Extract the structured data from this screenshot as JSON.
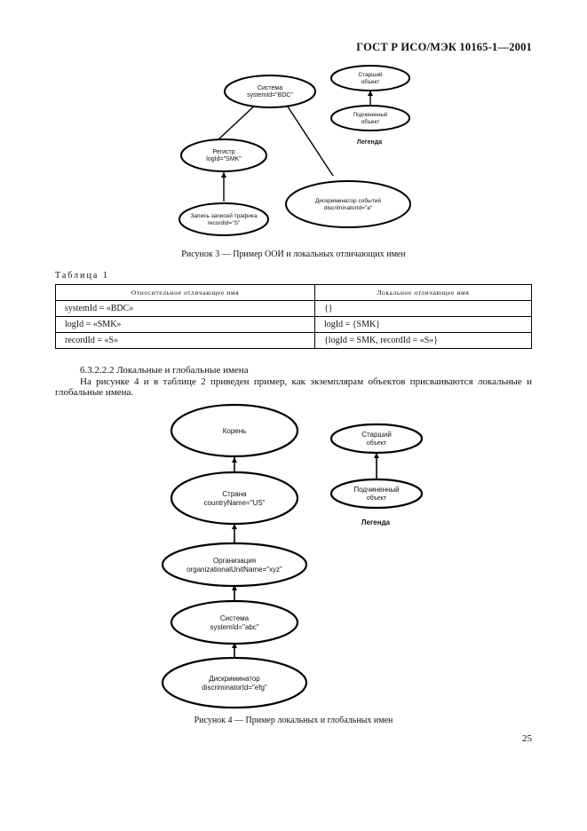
{
  "header": {
    "standard": "ГОСТ Р ИСО/МЭК 10165-1—2001"
  },
  "figure3": {
    "nodes": {
      "system": {
        "line1": "Система",
        "line2": "systemId=\"BDC\""
      },
      "log": {
        "line1": "Регистр",
        "line2": "logId=\"SMK\""
      },
      "record": {
        "line1": "Запись записей трафика",
        "line2": "recordId=\"S\""
      },
      "discriminator": {
        "line1": "Дискриминатор событий",
        "line2": "discriminatorId=\"a\""
      },
      "legend_senior": {
        "line1": "Старший",
        "line2": "объект"
      },
      "legend_subordinate": {
        "line1": "Подчиненный",
        "line2": "объект"
      },
      "legend_label": "Легенда"
    },
    "caption": "Рисунок 3 — Пример ООИ и локальных отличающих имен"
  },
  "table1": {
    "label": "Таблица 1",
    "headers": [
      "Относительное отличающее имя",
      "Локальное отличающее имя"
    ],
    "rows": [
      [
        "systemId = «BDC»",
        "{}"
      ],
      [
        "logId = «SMK»",
        "logId = {SMK}"
      ],
      [
        "recordId = «S»",
        "{logId = SMK, recordId = «S»}"
      ]
    ]
  },
  "section": {
    "heading": "6.3.2.2.2 Локальные и глобальные имена",
    "paragraph": "На рисунке 4 и в таблице 2 приведен пример, как экземплярам объектов присваиваются локальные и глобальные имена."
  },
  "figure4": {
    "nodes": {
      "root": {
        "line1": "Корень"
      },
      "country": {
        "line1": "Страна",
        "line2": "countryName=\"US\""
      },
      "org": {
        "line1": "Организация",
        "line2": "organizationalUnitName=\"xyz\""
      },
      "system": {
        "line1": "Система",
        "line2": "systemId=\"abc\""
      },
      "discriminator": {
        "line1": "Дискриминатор",
        "line2": "discriminatorId=\"efg\""
      },
      "legend_senior": {
        "line1": "Старший",
        "line2": "объект"
      },
      "legend_subordinate": {
        "line1": "Подчиненный",
        "line2": "объект"
      },
      "legend_label": "Легенда"
    },
    "caption": "Рисунок 4 — Пример локальных и глобальных имен"
  },
  "page_number": "25"
}
